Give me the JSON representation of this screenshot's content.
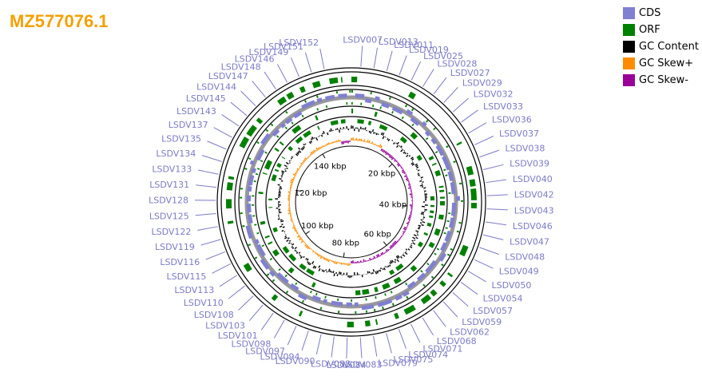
{
  "title": "MZ577076.1",
  "legend": [
    {
      "label": "CDS",
      "color": "#8080d0"
    },
    {
      "label": "ORF",
      "color": "#008000"
    },
    {
      "label": "GC Content",
      "color": "#000000"
    },
    {
      "label": "GC Skew+",
      "color": "#ff8c00"
    },
    {
      "label": "GC Skew-",
      "color": "#990099"
    }
  ],
  "colors": {
    "cds": "#8080d0",
    "orf": "#008000",
    "label": "#7b7bc8",
    "backbone": "#999999"
  },
  "ticks": [
    "20 kbp",
    "40 kbp",
    "60 kbp",
    "80 kbp",
    "100 kbp",
    "120 kbp",
    "140 kbp"
  ],
  "genes": [
    "LSDV007",
    "LSDV013",
    "LSDV011",
    "LSDV019",
    "LSDV025",
    "LSDV028",
    "LSDV027",
    "LSDV029",
    "LSDV032",
    "LSDV033",
    "LSDV036",
    "LSDV037",
    "LSDV038",
    "LSDV039",
    "LSDV040",
    "LSDV042",
    "LSDV043",
    "LSDV046",
    "LSDV047",
    "LSDV048",
    "LSDV049",
    "LSDV050",
    "LSDV054",
    "LSDV057",
    "LSDV059",
    "LSDV062",
    "LSDV068",
    "LSDV071",
    "LSDV074",
    "LSDV075",
    "LSDV079",
    "LSDV083",
    "LSDV084",
    "LSDV088",
    "LSDV090",
    "LSDV094",
    "LSDV097",
    "LSDV098",
    "LSDV101",
    "LSDV103",
    "LSDV108",
    "LSDV110",
    "LSDV113",
    "LSDV115",
    "LSDV116",
    "LSDV119",
    "LSDV122",
    "LSDV125",
    "LSDV128",
    "LSDV131",
    "LSDV133",
    "LSDV134",
    "LSDV135",
    "LSDV137",
    "LSDV143",
    "LSDV145",
    "LSDV144",
    "LSDV147",
    "LSDV148",
    "LSDV146",
    "LSDV149",
    "LSDV151",
    "LSDV152"
  ]
}
